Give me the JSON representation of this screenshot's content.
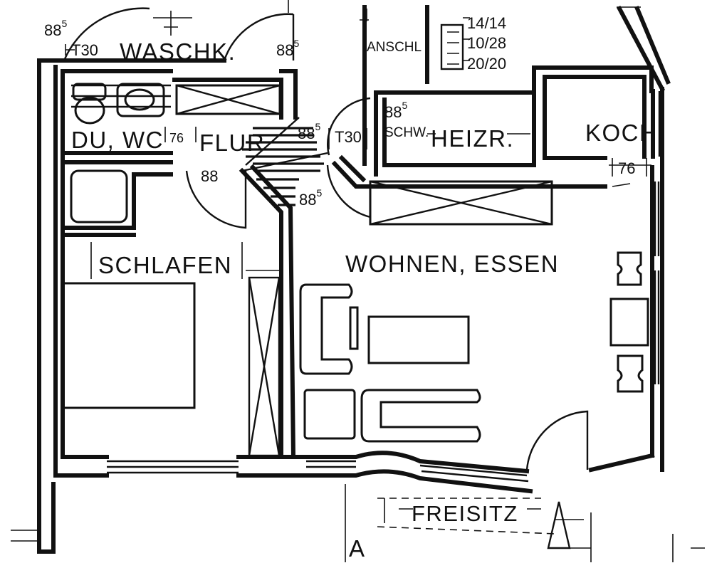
{
  "rooms": {
    "waschk": "WASCHK.",
    "du_wc": "DU, WC",
    "flur": "FLUR",
    "schlafen": "SCHLAFEN",
    "wohnen_essen": "WOHNEN, ESSEN",
    "heizr": "HEIZR.",
    "koch": "KOCH.",
    "anschl": "ANSCHL",
    "schw": "SCHW.",
    "freisitz": "FREISITZ",
    "entrance_mark": "A"
  },
  "door_dims": [
    {
      "id": "d1",
      "main": "88",
      "sup": "5"
    },
    {
      "id": "d2",
      "main": "88",
      "sup": "5"
    },
    {
      "id": "d3",
      "main": "88",
      "sup": "5"
    },
    {
      "id": "d4",
      "main": "88",
      "sup": "5"
    },
    {
      "id": "d5",
      "main": "88",
      "sup": "5"
    },
    {
      "id": "d6",
      "main": "88",
      "sup": ""
    },
    {
      "id": "d7",
      "main": "76",
      "sup": ""
    },
    {
      "id": "d8",
      "main": "76",
      "sup": ""
    }
  ],
  "fire_doors": [
    "T30",
    "T30"
  ],
  "shaft_dims": [
    "14/14",
    "10/28",
    "20/20"
  ]
}
